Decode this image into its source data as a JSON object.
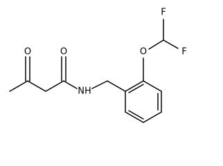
{
  "atoms": {
    "oxygen_ketone": "O",
    "oxygen_amide": "O",
    "nitrogen_amide": "NH",
    "oxygen_ether": "O",
    "fluorine_upper": "F",
    "fluorine_lower": "F"
  },
  "colors": {
    "bond": "#000000",
    "label": "#000000",
    "background": "#ffffff"
  }
}
